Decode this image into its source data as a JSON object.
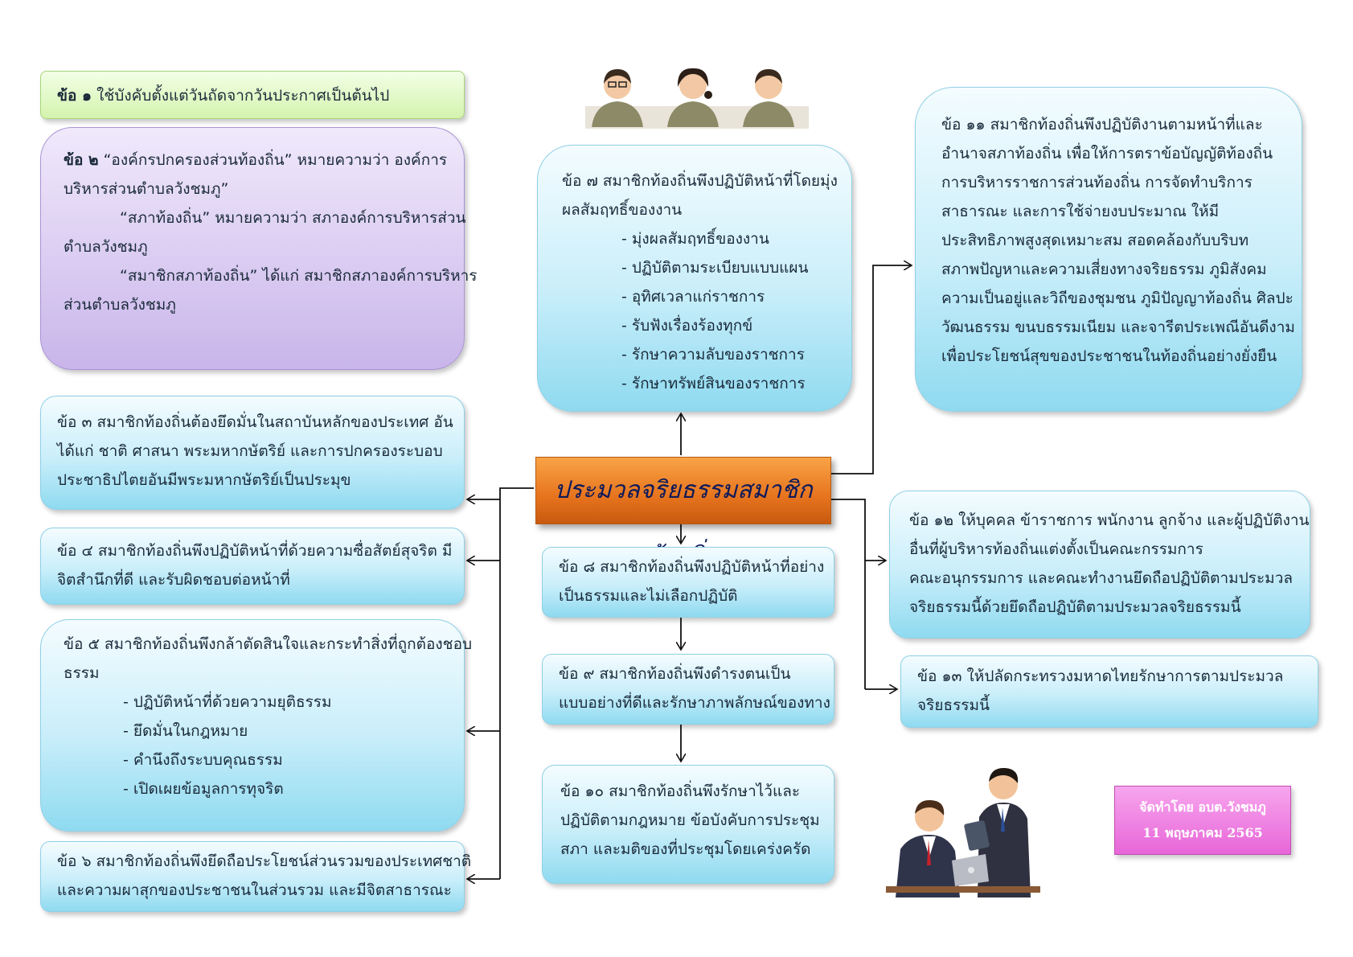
{
  "title": "ประมวลจริยธรรมสมาชิกท้องถิ่น",
  "item1": {
    "label": "ข้อ ๑",
    "text": "ใช้บังคับตั้งแต่วันถัดจากวันประกาศเป็นต้นไป"
  },
  "item2": {
    "label": "ข้อ ๒",
    "lines": [
      "“องค์กรปกครองส่วนท้องถิ่น” หมายความว่า องค์การ",
      "บริหารส่วนตำบลวังชมภู”",
      "“สภาท้องถิ่น” หมายความว่า  สภาองค์การบริหารส่วน",
      "ตำบลวังชมภู",
      "“สมาชิกสภาท้องถิ่น” ได้แก่ สมาชิกสภาองค์การบริหาร",
      "ส่วนตำบลวังชมภู"
    ]
  },
  "item3": {
    "lines": [
      "ข้อ ๓ สมาชิกท้องถิ่นต้องยึดมั่นในสถาบันหลักของประเทศ อัน",
      "ได้แก่ ชาติ ศาสนา พระมหากษัตริย์ และการปกครองระบอบ",
      "ประชาธิปไตยอันมีพระมหากษัตริย์เป็นประมุข"
    ]
  },
  "item4": {
    "lines": [
      "ข้อ ๔ สมาชิกท้องถิ่นพึงปฏิบัติหน้าที่ด้วยความซื่อสัตย์สุจริต มี",
      "จิตสำนึกที่ดี และรับผิดชอบต่อหน้าที่"
    ]
  },
  "item5": {
    "lines": [
      "ข้อ ๕ สมาชิกท้องถิ่นพึงกล้าตัดสินใจและกระทำสิ่งที่ถูกต้องชอบ",
      "ธรรม"
    ],
    "bullets": [
      "- ปฏิบัติหน้าที่ด้วยความยุติธรรม",
      "- ยึดมั่นในกฎหมาย",
      "- คำนึงถึงระบบคุณธรรม",
      "- เปิดเผยข้อมูลการทุจริต"
    ]
  },
  "item6": {
    "lines": [
      "ข้อ ๖ สมาชิกท้องถิ่นพึงยึดถือประโยชน์ส่วนรวมของประเทศชาติ",
      "และความผาสุกของประชาชนในส่วนรวม และมีจิตสาธารณะ"
    ]
  },
  "item7": {
    "lines": [
      "ข้อ ๗ สมาชิกท้องถิ่นพึงปฏิบัติหน้าที่โดยมุ่ง",
      "ผลสัมฤทธิ์ของงาน"
    ],
    "bullets": [
      "-  มุ่งผลสัมฤทธิ์ของงาน",
      "-  ปฏิบัติตามระเบียบแบบแผน",
      "-  อุทิศเวลาแก่ราชการ",
      "-  รับฟังเรื่องร้องทุกข์",
      "-  รักษาความลับของราชการ",
      "-  รักษาทรัพย์สินของราชการ"
    ]
  },
  "item8": {
    "lines": [
      "ข้อ ๘  สมาชิกท้องถิ่นพึงปฏิบัติหน้าที่อย่าง",
      "เป็นธรรมและไม่เลือกปฏิบัติ"
    ]
  },
  "item9": {
    "lines": [
      "ข้อ ๙  สมาชิกท้องถิ่นพึงดำรงตนเป็น",
      "แบบอย่างที่ดีและรักษาภาพลักษณ์ของทาง"
    ]
  },
  "item10": {
    "lines": [
      "ข้อ ๑๐  สมาชิกท้องถิ่นพึงรักษาไว้และ",
      "ปฏิบัติตามกฎหมาย ข้อบังคับการประชุม",
      "สภา และมติของที่ประชุมโดยเคร่งครัด"
    ]
  },
  "item11": {
    "lines": [
      "ข้อ ๑๑  สมาชิกท้องถิ่นพึงปฏิบัติงานตามหน้าที่และ",
      "อำนาจสภาท้องถิ่น เพื่อให้การตราข้อบัญญัติท้องถิ่น",
      "การบริหารราชการส่วนท้องถิ่น การจัดทำบริการ",
      "สาธารณะ และการใช้จ่ายงบประมาณ ให้มี",
      "ประสิทธิภาพสูงสุดเหมาะสม สอดคล้องกับบริบท",
      "สภาพปัญหาและความเสี่ยงทางจริยธรรม ภูมิสังคม",
      "ความเป็นอยู่และวิถีของชุมชน ภูมิปัญญาท้องถิ่น ศิลปะ",
      "วัฒนธรรม ขนบธรรมเนียม และจารีตประเพณีอันดีงาม",
      "เพื่อประโยชน์สุขของประชาชนในท้องถิ่นอย่างยั่งยืน"
    ]
  },
  "item12": {
    "lines": [
      "ข้อ ๑๒  ให้บุคคล ข้าราชการ พนักงาน ลูกจ้าง และผู้ปฏิบัติงาน",
      "อื่นที่ผู้บริหารท้องถิ่นแต่งตั้งเป็นคณะกรรมการ",
      "คณะอนุกรรมการ และคณะทำงานยึดถือปฏิบัติตามประมวล",
      "จริยธรรมนี้ด้วยยึดถือปฏิบัติตามประมวลจริยธรรมนี้"
    ]
  },
  "item13": {
    "lines": [
      "ข้อ ๑๓ ให้ปลัดกระทรวงมหาดไทยรักษาการตามประมวล",
      "จริยธรรมนี้"
    ]
  },
  "credit": {
    "line1": "จัดทำโดย อบต.วังชมภู",
    "line2": "11 พฤษภาคม 2565"
  },
  "icons": {
    "officials": "three-officials-icon",
    "businessmen": "businessmen-laptop-icon"
  }
}
